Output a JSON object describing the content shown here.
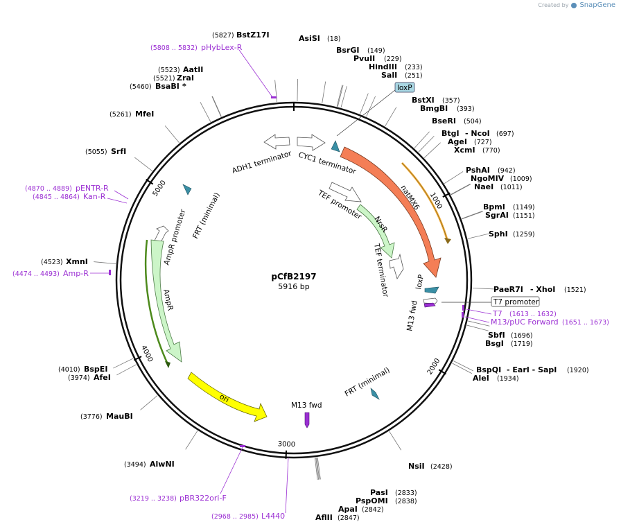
{
  "brand": {
    "created_by": "Created by",
    "product": "SnapGene"
  },
  "plasmid": {
    "name": "pCfB2197",
    "length_label": "5916 bp",
    "length": 5916
  },
  "ticks": [
    "1000",
    "2000",
    "3000",
    "4000",
    "5000"
  ],
  "enzymes": [
    {
      "name": "AsiSI",
      "pos": "(18)"
    },
    {
      "name": "BsrGI",
      "pos": "(149)"
    },
    {
      "name": "PvuII",
      "pos": "(229)"
    },
    {
      "name": "HindIII",
      "pos": "(233)"
    },
    {
      "name": "SalI",
      "pos": "(251)"
    },
    {
      "name": "BstXI",
      "pos": "(357)"
    },
    {
      "name": "BmgBI",
      "pos": "(393)"
    },
    {
      "name": "BseRI",
      "pos": "(504)"
    },
    {
      "name": "BtgI",
      "pos": "",
      "extra": "- NcoI",
      "extra_pos": "(697)"
    },
    {
      "name": "AgeI",
      "pos": "(727)"
    },
    {
      "name": "XcmI",
      "pos": "(770)"
    },
    {
      "name": "PshAI",
      "pos": "(942)"
    },
    {
      "name": "NgoMIV",
      "pos": "(1009)"
    },
    {
      "name": "NaeI",
      "pos": "(1011)"
    },
    {
      "name": "BpmI",
      "pos": "(1149)"
    },
    {
      "name": "SgrAI",
      "pos": "(1151)"
    },
    {
      "name": "SphI",
      "pos": "(1259)"
    },
    {
      "name": "PaeR7I",
      "pos": "",
      "extra": "- XhoI",
      "extra_pos": "(1521)"
    },
    {
      "name": "SbfI",
      "pos": "(1696)"
    },
    {
      "name": "BsgI",
      "pos": "(1719)"
    },
    {
      "name": "BspQI",
      "pos": "",
      "extra": "- EarI - SapI",
      "extra_pos": "(1920)"
    },
    {
      "name": "AleI",
      "pos": "(1934)"
    },
    {
      "name": "NsiI",
      "pos": "(2428)"
    },
    {
      "name": "PasI",
      "pos": "(2833)"
    },
    {
      "name": "PspOMI",
      "pos": "(2838)"
    },
    {
      "name": "ApaI",
      "pos": "(2842)"
    },
    {
      "name": "AflII",
      "pos": "(2847)"
    },
    {
      "name": "AlwNI",
      "pos": "(3494)"
    },
    {
      "name": "MauBI",
      "pos": "(3776)"
    },
    {
      "name": "AfeI",
      "pos": "(3974)"
    },
    {
      "name": "BspEI",
      "pos": "(4010)"
    },
    {
      "name": "XmnI",
      "pos": "(4523)"
    },
    {
      "name": "SrfI",
      "pos": "(5055)"
    },
    {
      "name": "MfeI",
      "pos": "(5261)"
    },
    {
      "name": "BsaBI",
      "pos": "(5460)",
      "suffix": "*"
    },
    {
      "name": "ZraI",
      "pos": "(5521)"
    },
    {
      "name": "AatII",
      "pos": "(5523)"
    },
    {
      "name": "BstZ17I",
      "pos": "(5827)"
    }
  ],
  "primers": [
    {
      "name": "pHybLex-R",
      "pos": "(5808 .. 5832)"
    },
    {
      "name": "pENTR-R",
      "pos": "(4870 .. 4889)"
    },
    {
      "name": "Kan-R",
      "pos": "(4845 .. 4864)"
    },
    {
      "name": "Amp-R",
      "pos": "(4474 .. 4493)"
    },
    {
      "name": "T7",
      "pos": "(1613 .. 1632)"
    },
    {
      "name": "M13/pUC Forward",
      "pos": "(1651 .. 1673)"
    },
    {
      "name": "pBR322ori-F",
      "pos": "(3219 .. 3238)"
    },
    {
      "name": "L4440",
      "pos": "(2968 .. 2985)"
    }
  ],
  "features": {
    "loxP_top": "loxP",
    "loxP_right": "loxP",
    "adh1_term": "ADH1 terminator",
    "cyc1_term": "CYC1 terminator",
    "tef_prom": "TEF promoter",
    "tef_term": "TEF terminator",
    "natmx6": "natMX6",
    "nrsr": "NrsR",
    "ampr_prom": "AmpR promoter",
    "ampr": "AmpR",
    "frt_min_left": "FRT (minimal)",
    "frt_min_right": "FRT (minimal)",
    "ori": "ori",
    "m13_fwd_right": "M13 fwd",
    "m13_fwd_bottom": "M13 fwd",
    "t7_promoter": "T7 promoter"
  },
  "colors": {
    "natmx6": "#f47e56",
    "nrsr": "#ccf5c8",
    "ampr": "#ccf5c8",
    "ori": "#ffff00",
    "loxp": "#3a8fa5",
    "primer": "#9b2fd3",
    "orange_primer": "#f5b041",
    "green_primer": "#4d8a1c"
  }
}
